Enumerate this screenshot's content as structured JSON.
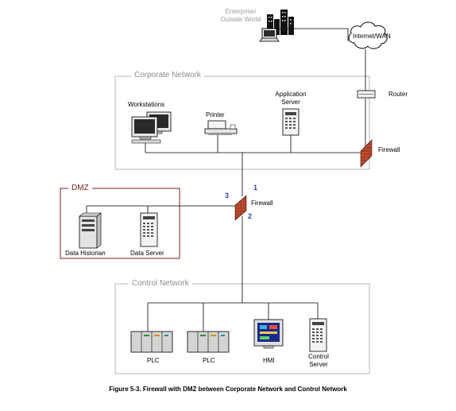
{
  "external": {
    "enterprise_line1": "Enterprise/",
    "enterprise_line2": "Outside World",
    "internet_label": "Internet/WAN",
    "router_label": "Router",
    "firewall_label": "Firewall"
  },
  "corporate": {
    "title": "Corporate Network",
    "workstations_label": "Workstations",
    "printer_label": "Printer",
    "app_server_line1": "Application",
    "app_server_line2": "Server"
  },
  "firewall_main": {
    "label": "Firewall",
    "port1": "1",
    "port2": "2",
    "port3": "3"
  },
  "dmz": {
    "title": "DMZ",
    "historian_label": "Data Historian",
    "data_server_label": "Data Server"
  },
  "control": {
    "title": "Control Network",
    "plc1_label": "PLC",
    "plc2_label": "PLC",
    "hmi_label": "HMI",
    "control_server_line1": "Control",
    "control_server_line2": "Server"
  },
  "caption": "Figure 5-3.  Firewall with DMZ between Corporate Network and Control Network",
  "colors": {
    "zone_border_grey": "#b5b5b5",
    "zone_title_grey": "#8c8c8c",
    "dmz_border": "#7a1f1f",
    "brick": "#b5462c",
    "port_numbers": "#2b3fbf"
  }
}
